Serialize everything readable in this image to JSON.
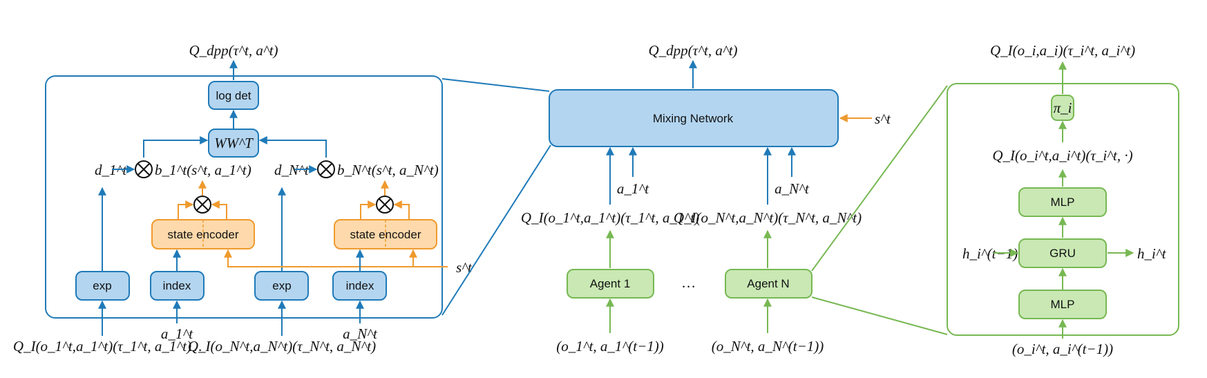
{
  "colors": {
    "qmix_blue": "#1f7ab8",
    "qmix_fill": "#b3d5f0",
    "encoder_orange": "#ef9a2e",
    "encoder_fill": "#fdd9ab",
    "agent_green": "#77b852",
    "agent_fill": "#c9e8b4"
  },
  "left": {
    "output_label": "Q_dpp(τ^t, a^t)",
    "log_det_label": "log det",
    "wwt_label": "WW^T",
    "d1_label": "d_1^t",
    "b1_label": "b_1^t(s^t, a_1^t)",
    "dN_label": "d_N^t",
    "bN_label": "b_N^t(s^t, a_N^t)",
    "state_encoder_label": "state encoder",
    "exp_label": "exp",
    "index_label": "index",
    "state_label": "s^t",
    "q1_label": "Q_I(o_1^t,a_1^t)(τ_1^t, a_1^t)",
    "a1_label": "a_1^t",
    "ellipsis": "…",
    "qN_label": "Q_I(o_N^t,a_N^t)(τ_N^t, a_N^t)",
    "aN_label": "a_N^t"
  },
  "middle": {
    "output_label": "Q_dpp(τ^t, a^t)",
    "mixing_label": "Mixing Network",
    "state_label": "s^t",
    "a1_label": "a_1^t",
    "aN_label": "a_N^t",
    "q1_label": "Q_I(o_1^t,a_1^t)(τ_1^t, a_1^t)",
    "qN_label": "Q_I(o_N^t,a_N^t)(τ_N^t, a_N^t)",
    "agent1_label": "Agent 1",
    "agentN_label": "Agent N",
    "ellipsis": "…",
    "obs1_label": "(o_1^t, a_1^(t−1))",
    "obsN_label": "(o_N^t, a_N^(t−1))"
  },
  "right": {
    "output_label": "Q_I(o_i,a_i)(τ_i^t, a_i^t)",
    "pi_label": "π_i",
    "q_label": "Q_I(o_i^t,a_i^t)(τ_i^t, ·)",
    "mlp_top_label": "MLP",
    "gru_label": "GRU",
    "mlp_bottom_label": "MLP",
    "h_in_label": "h_i^(t−1)",
    "h_out_label": "h_i^t",
    "input_label": "(o_i^t, a_i^(t−1))"
  }
}
